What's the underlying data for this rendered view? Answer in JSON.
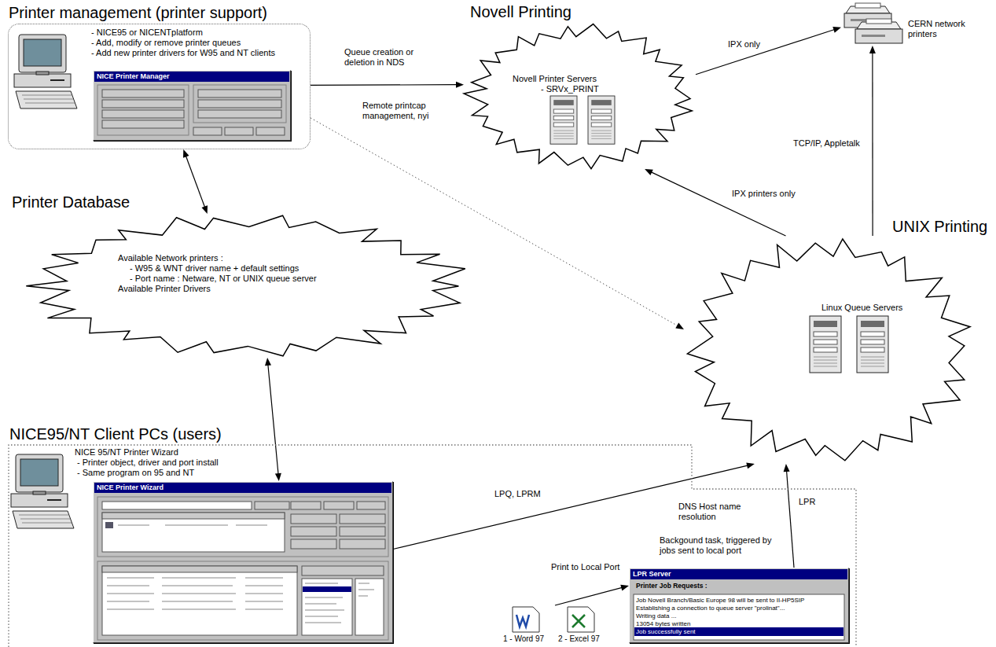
{
  "diagram": {
    "nodes": [
      {
        "text": [
          "Printer management (printer support)",
          "- NICE95 or NICENTplatform",
          "- Add, modify or remove printer queues",
          "- Add new printer drivers for W95 and NT clients"
        ]
      },
      {
        "text": [
          "NICE Printer Manager"
        ],
        "in": 0
      },
      {
        "text": [
          "Novell Printing",
          "Novell Printer Servers",
          "- SRVx_PRINT"
        ]
      },
      {
        "text": [
          "CERN network printers"
        ]
      },
      {
        "text": [
          "Printer Database",
          "Available Network printers :",
          "- W95 & WNT driver name + default settings",
          "- Port name : Netware, NT or UNIX queue server",
          "Available Printer Drivers"
        ]
      },
      {
        "text": [
          "UNIX Printing",
          "Linux Queue Servers"
        ]
      },
      {
        "text": [
          "NICE95/NT Client PCs (users)",
          "NICE 95/NT Printer Wizard",
          "- Printer object, driver and port install",
          "- Same program on 95 and NT"
        ]
      },
      {
        "text": [
          "NICE Printer Wizard"
        ],
        "in": 6
      },
      {
        "text": [
          "1 - Word 97",
          "2 - Excel 97"
        ],
        "in": 6
      },
      {
        "text": [
          "Backgound task, triggered by jobs sent to local port",
          "LPR Server",
          "Printer Job Requests :",
          "Job Novell Branch/Basic Europe 98 will be sent to II-HP5SIP",
          "Establishing a connection to queue server \"prolinat\"...",
          "Writing data ...",
          "13054 bytes written",
          "Job successfully sent"
        ],
        "in": 6
      }
    ],
    "edges": [
      {
        "from": 0,
        "to": 2,
        "arrow": "to",
        "label": "Queue creation or deletion in NDS"
      },
      {
        "from": 2,
        "to": 3,
        "arrow": "to",
        "label": "IPX only"
      },
      {
        "from": 0,
        "to": 5,
        "arrow": "to",
        "label": "Remote printcap management, nyi"
      },
      {
        "from": 5,
        "to": 2,
        "arrow": "to",
        "label": "IPX printers only"
      },
      {
        "from": 5,
        "to": 3,
        "arrow": "to",
        "label": "TCP/IP, Appletalk"
      },
      {
        "from": 0,
        "to": 4,
        "arrow": "both"
      },
      {
        "from": 4,
        "to": 7,
        "arrow": "both"
      },
      {
        "from": 7,
        "to": 5,
        "arrow": "to",
        "label": "LPQ, LPRM"
      },
      {
        "from": 9,
        "to": 5,
        "arrow": "to",
        "label": "LPR"
      },
      {
        "from": 8,
        "to": 9,
        "arrow": "to",
        "label": "Print to Local Port"
      }
    ],
    "labels": [
      "DNS Host name resolution"
    ]
  }
}
